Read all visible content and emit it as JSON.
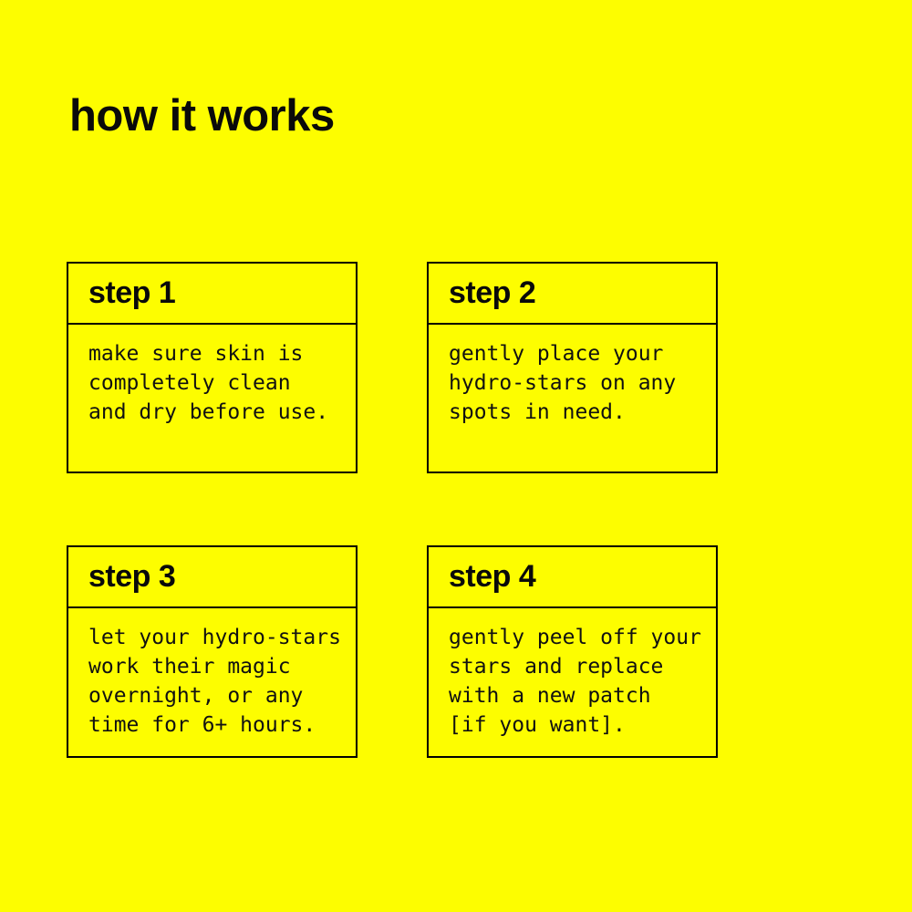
{
  "page": {
    "title": "how it works",
    "background_color": "#FDFD00",
    "text_color": "#0A0A0A",
    "border_color": "#000000"
  },
  "steps": [
    {
      "label": "step 1",
      "body": "make sure skin is\ncompletely clean\nand dry before use."
    },
    {
      "label": "step 2",
      "body": "gently place your\nhydro-stars on any\nspots in need."
    },
    {
      "label": "step 3",
      "body": "let your hydro-stars\nwork their magic\novernight, or any\ntime for 6+ hours."
    },
    {
      "label": "step 4",
      "body": "gently peel off your\nstars and replace\nwith a new patch\n[if you want]."
    }
  ]
}
